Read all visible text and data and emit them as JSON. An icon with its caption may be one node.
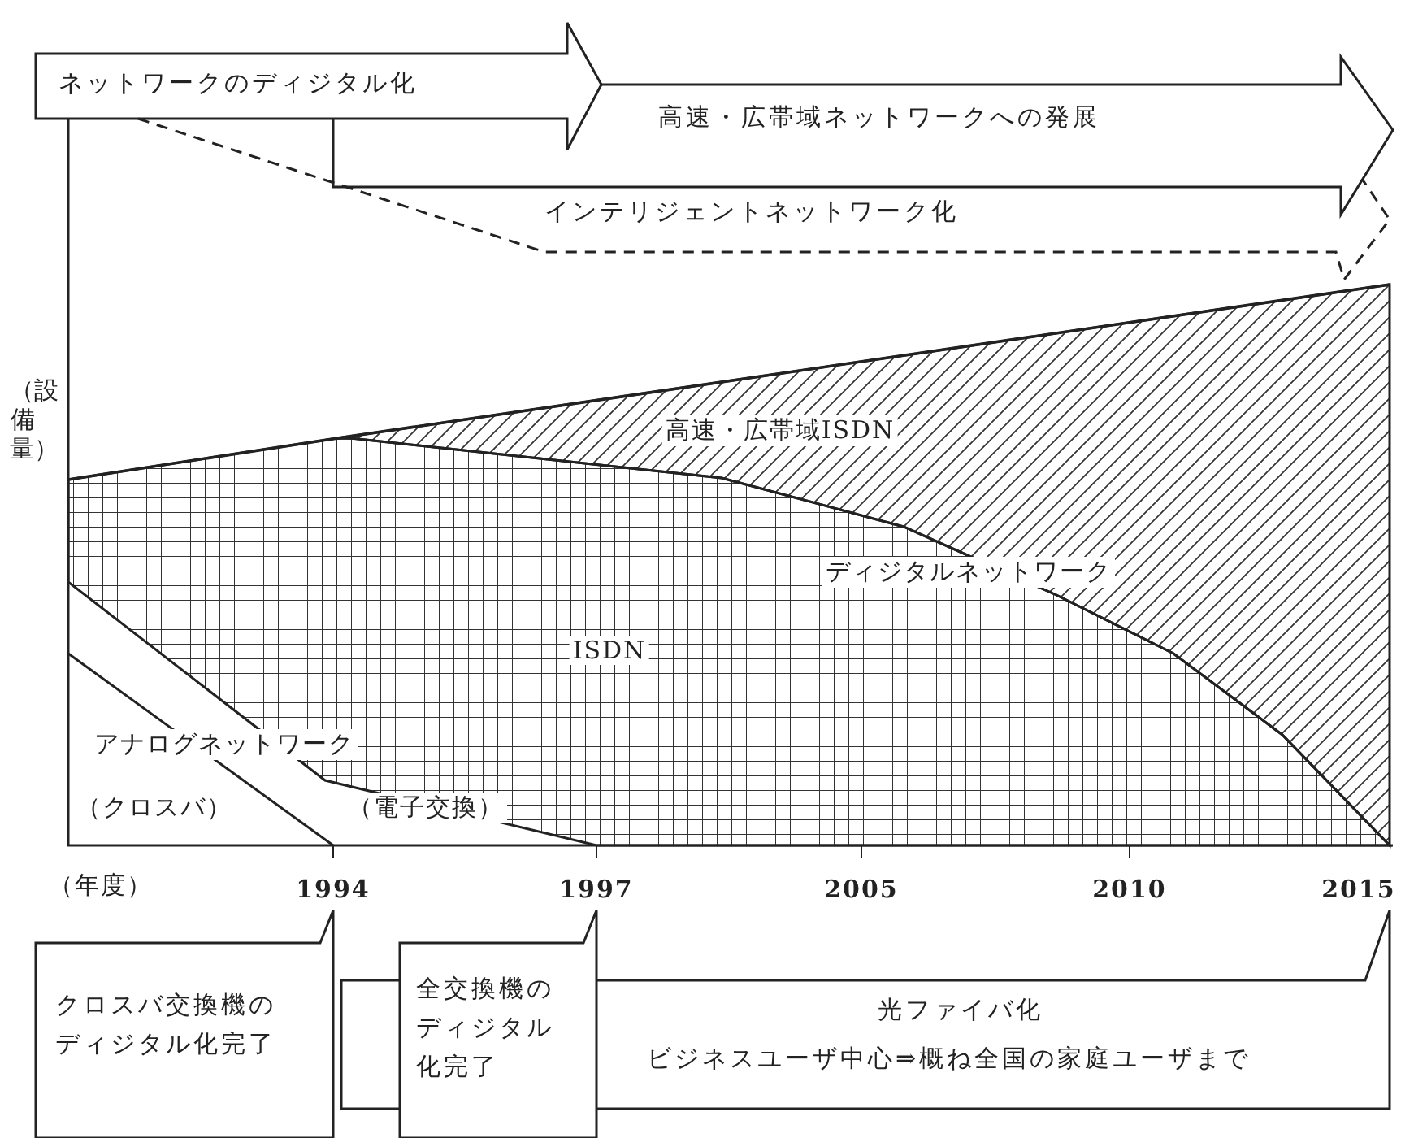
{
  "diagram": {
    "nodes": [
      {
        "text": [
          "ネットワークのディジタル化"
        ]
      },
      {
        "text": [
          "高速・広帯域ネットワークへの発展"
        ]
      },
      {
        "text": [
          "インテリジェントネットワーク化"
        ]
      },
      {
        "text": [
          "クロスバ交換機のディジタル化完了"
        ]
      },
      {
        "text": [
          "全交換機のディジタル化完了"
        ]
      },
      {
        "text": [
          "光ファイバ化",
          "ビジネスユーザ中心⇒概ね全国の家庭ユーザまで"
        ]
      }
    ],
    "labels": [
      "（設備量）",
      "高速・広帯域ISDN",
      "ディジタルネットワーク",
      "ISDN",
      "アナログネットワーク",
      "（クロスバ）",
      "（電子交換）",
      "（年度）",
      "1994",
      "1997",
      "2005",
      "2010",
      "2015"
    ]
  }
}
